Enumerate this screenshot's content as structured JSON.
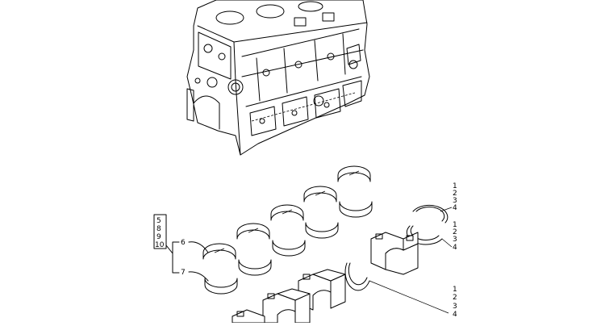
{
  "callouts": {
    "group_box": [
      "5",
      "8",
      "9",
      "10"
    ],
    "item_6": "6",
    "item_7": "7",
    "ring_upper_a": [
      "1",
      "2",
      "3",
      "4"
    ],
    "ring_upper_b": [
      "1",
      "2",
      "3",
      "4"
    ],
    "ring_lower": [
      "1",
      "2",
      "3",
      "4"
    ]
  },
  "colors": {
    "line": "#000000",
    "background": "#ffffff"
  }
}
